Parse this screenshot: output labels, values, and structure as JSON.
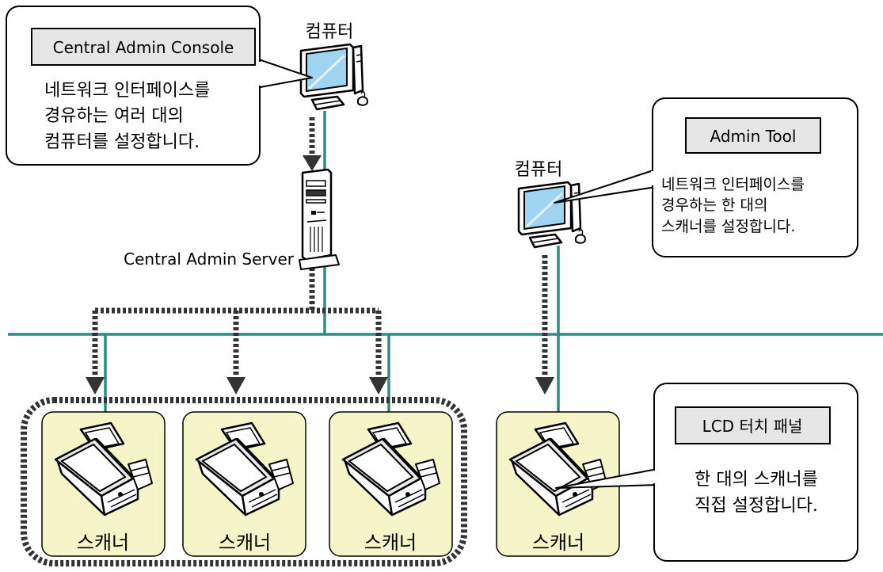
{
  "console_callout": {
    "title": "Central Admin Console",
    "lines": [
      "네트워크 인터페이스를",
      "경유하는 여러 대의",
      "컴퓨터를 설정합니다."
    ]
  },
  "admin_tool_callout": {
    "title": "Admin Tool",
    "lines": [
      "네트워크 인터페이스를",
      "경우하는 한 대의",
      "스캐너를 설정합니다."
    ]
  },
  "lcd_callout": {
    "title": "LCD 터치 패널",
    "lines": [
      "한 대의 스캐너를",
      "직접 설정합니다."
    ]
  },
  "computer_label_1": "컴퓨터",
  "computer_label_2": "컴퓨터",
  "server_label": "Central Admin Server",
  "scanner_labels": [
    "스캐너",
    "스캐너",
    "스캐너",
    "스캐너"
  ],
  "colors": {
    "network_line": "#2f8a82",
    "dotted_arrow": "#333333",
    "scanner_panel": "#f6f4c9",
    "callout_title_bg": "#e6e6e6",
    "screen": "#9fd3f0"
  }
}
